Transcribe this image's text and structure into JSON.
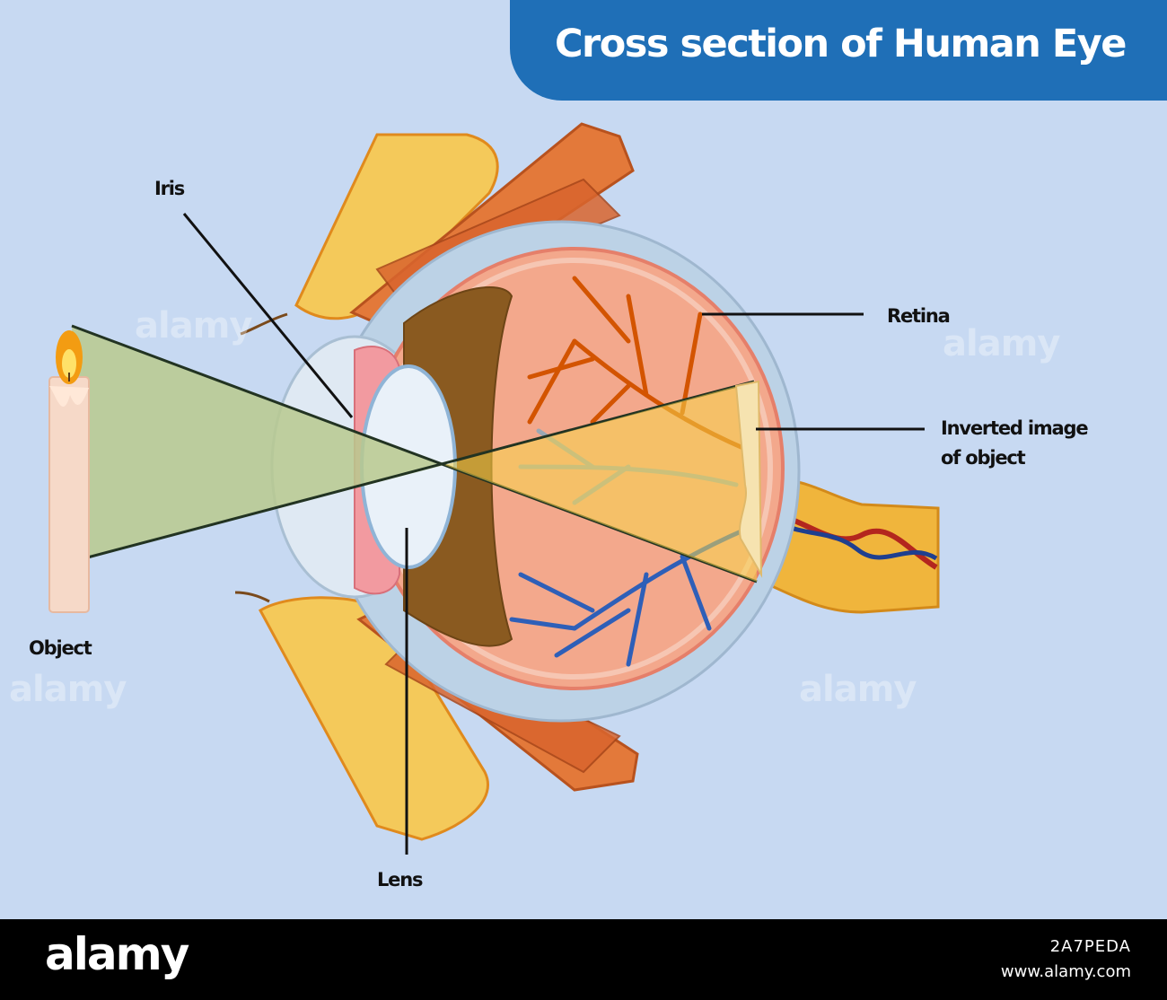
{
  "title": "Cross section of Human Eye",
  "labels": {
    "iris": "Iris",
    "retina": "Retina",
    "inverted_image_line1": "Inverted image",
    "inverted_image_line2": "of object",
    "object": "Object",
    "lens": "Lens"
  },
  "watermark": "alamy",
  "footer": {
    "logo": "alamy",
    "image_id": "2A7PEDA",
    "url": "www.alamy.com"
  },
  "colors": {
    "background": "#c7d9f2",
    "banner": "#1f6fb7",
    "light_cone": "#b8c98e",
    "arteries": "#d35400",
    "veins": "#2e5fb8"
  }
}
